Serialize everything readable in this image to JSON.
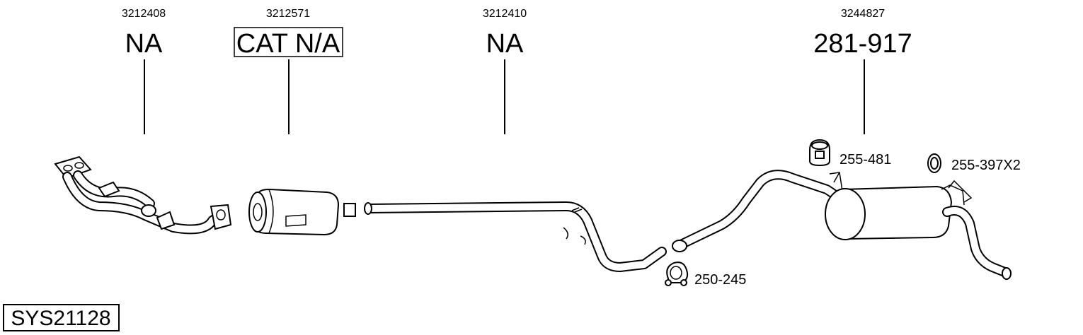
{
  "diagram": {
    "parts": [
      {
        "part_number": "3212408",
        "code": "NA",
        "boxed": false
      },
      {
        "part_number": "3212571",
        "code": "CAT N/A",
        "boxed": true
      },
      {
        "part_number": "3212410",
        "code": "NA",
        "boxed": false
      },
      {
        "part_number": "3244827",
        "code": "281-917",
        "boxed": false
      }
    ],
    "accessories": [
      {
        "code": "255-481"
      },
      {
        "code": "255-397X2"
      },
      {
        "code": "250-245"
      }
    ],
    "system_id": "SYS21128"
  }
}
